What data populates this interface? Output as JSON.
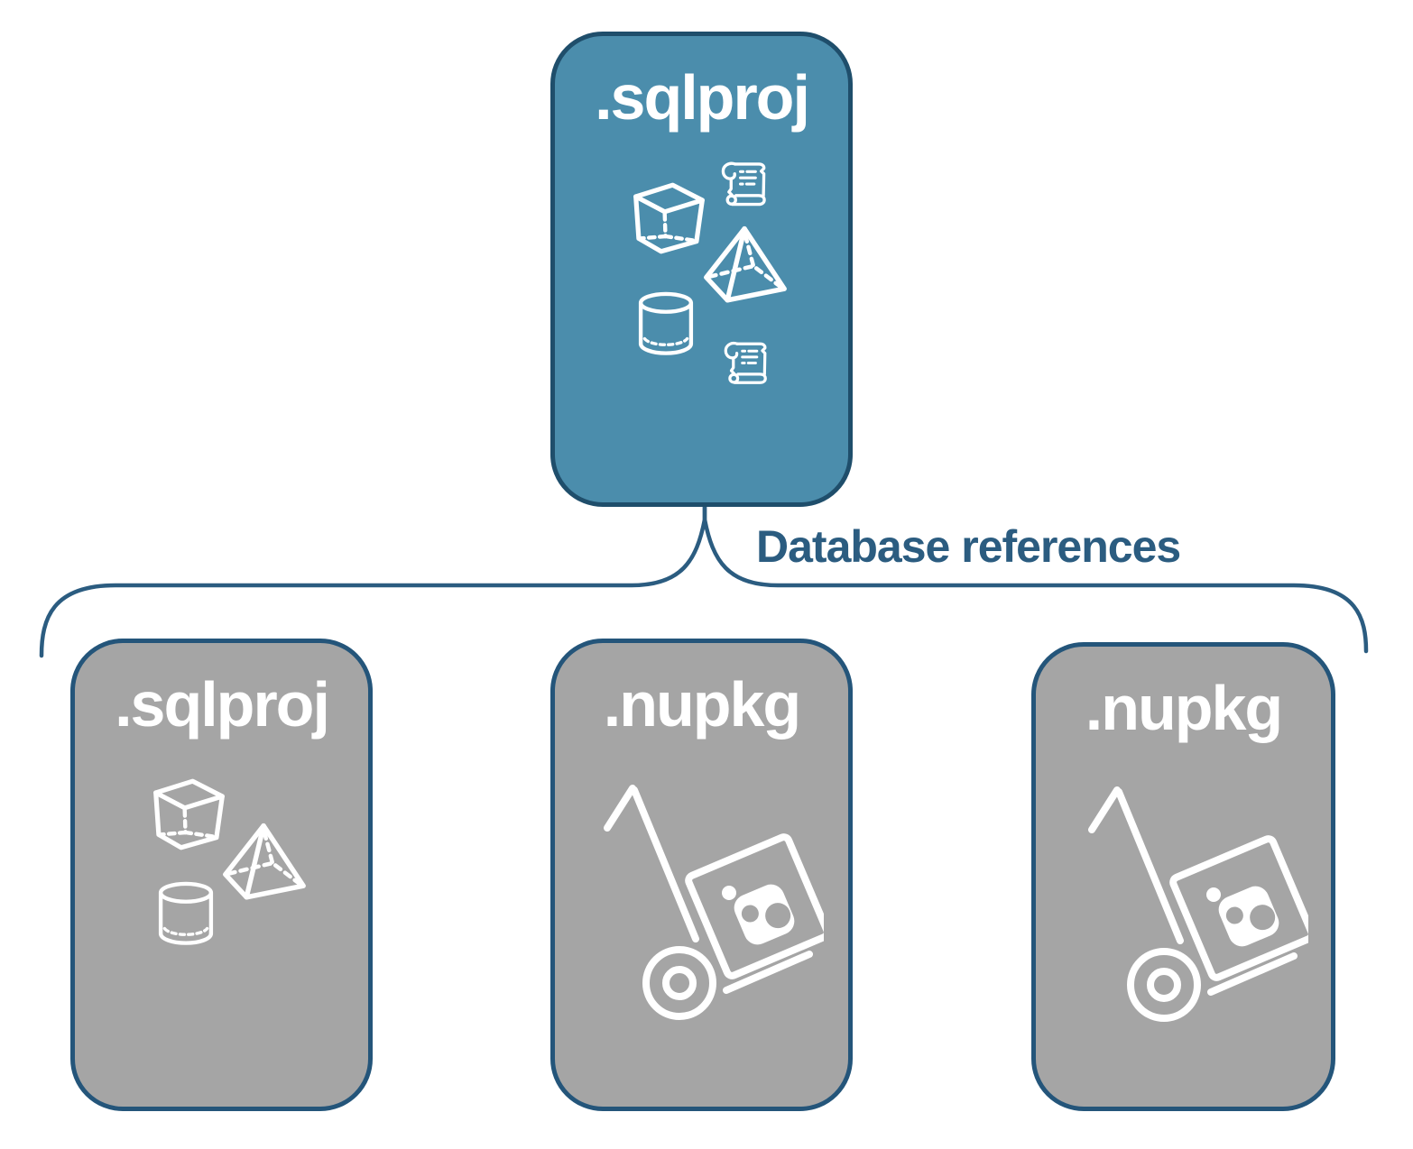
{
  "diagram": {
    "background": "#ffffff",
    "label_color": "#ffffff",
    "root": {
      "label": ".sqlproj",
      "fill": "#4b8dac",
      "border": "#1f4e6b",
      "icons": [
        "cube",
        "scroll",
        "pyramid",
        "cylinder",
        "scroll"
      ]
    },
    "connector": {
      "label": "Database references",
      "color": "#2b5c80"
    },
    "children": [
      {
        "label": ".sqlproj",
        "fill": "#a5a5a5",
        "border": "#24557a",
        "icons": [
          "cube",
          "pyramid",
          "cylinder"
        ]
      },
      {
        "label": ".nupkg",
        "fill": "#a5a5a5",
        "border": "#24557a",
        "icons": [
          "nuget-handtruck"
        ]
      },
      {
        "label": ".nupkg",
        "fill": "#a5a5a5",
        "border": "#24557a",
        "icons": [
          "nuget-handtruck"
        ]
      }
    ]
  }
}
